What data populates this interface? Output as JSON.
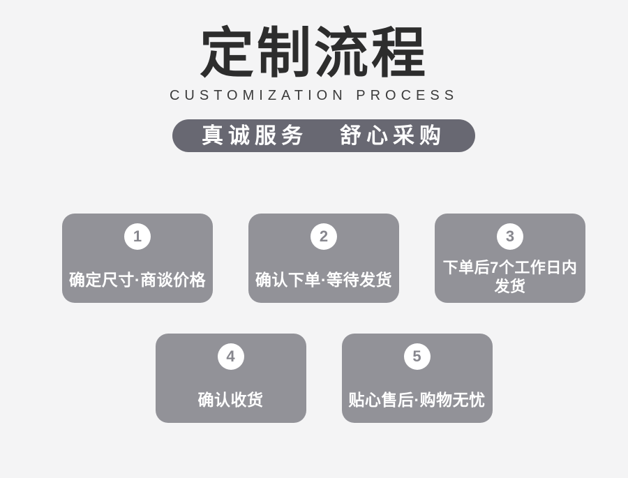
{
  "header": {
    "title": "定制流程",
    "subtitle": "CUSTOMIZATION PROCESS"
  },
  "banner": {
    "text_left": "真诚服务",
    "text_right": "舒心采购"
  },
  "steps": [
    {
      "number": "1",
      "label": "确定尺寸·商谈价格"
    },
    {
      "number": "2",
      "label": "确认下单·等待发货"
    },
    {
      "number": "3",
      "label": "下单后7个工作日内发货"
    },
    {
      "number": "4",
      "label": "确认收货"
    },
    {
      "number": "5",
      "label": "贴心售后·购物无忧"
    }
  ],
  "colors": {
    "background": "#f4f4f5",
    "banner_background": "#686872",
    "card_background": "#929298",
    "title_text": "#2d2d2d",
    "step_number": "#87878e",
    "card_text": "#ffffff"
  }
}
